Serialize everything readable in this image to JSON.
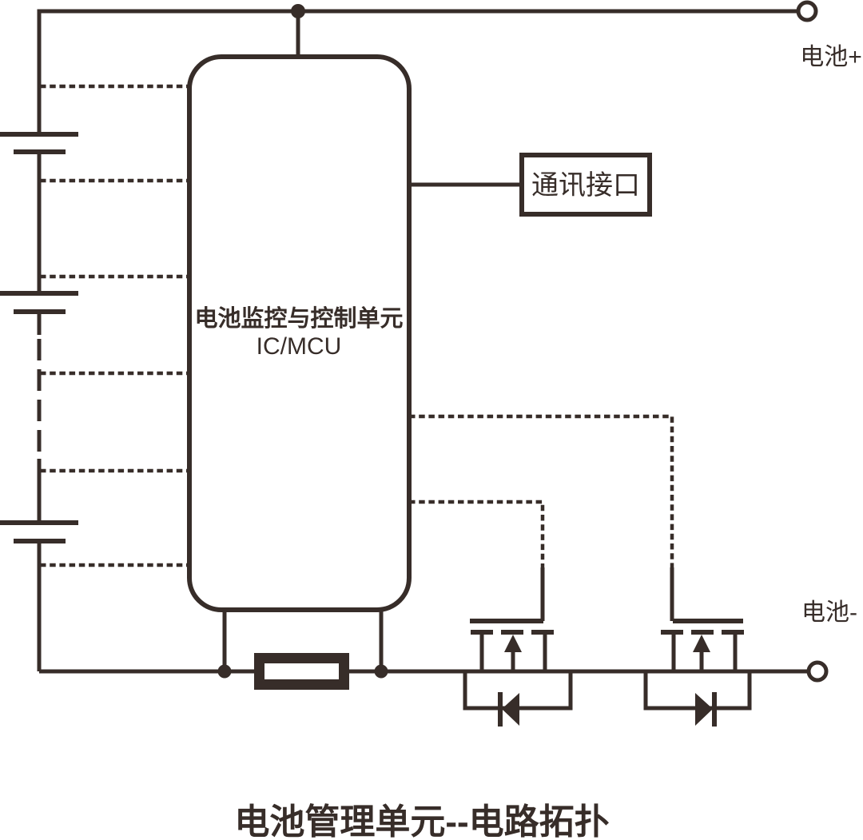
{
  "diagram": {
    "title": "电池管理单元--电路拓扑",
    "mcu_block": {
      "line1": "电池监控与控制单元",
      "line2": "IC/MCU"
    },
    "comm_block": {
      "label": "通讯接口"
    },
    "terminal_positive_label": "电池+",
    "terminal_negative_label": "电池-"
  },
  "colors": {
    "ink": "#372D29",
    "background": "#FFFFFF"
  },
  "components": {
    "battery_cells": 3,
    "cell_tap_lines": 6,
    "omitted_cells_ellipsis": true,
    "shunt_resistor": 1,
    "mosfets_with_body_diode": 2,
    "terminals": 2
  }
}
